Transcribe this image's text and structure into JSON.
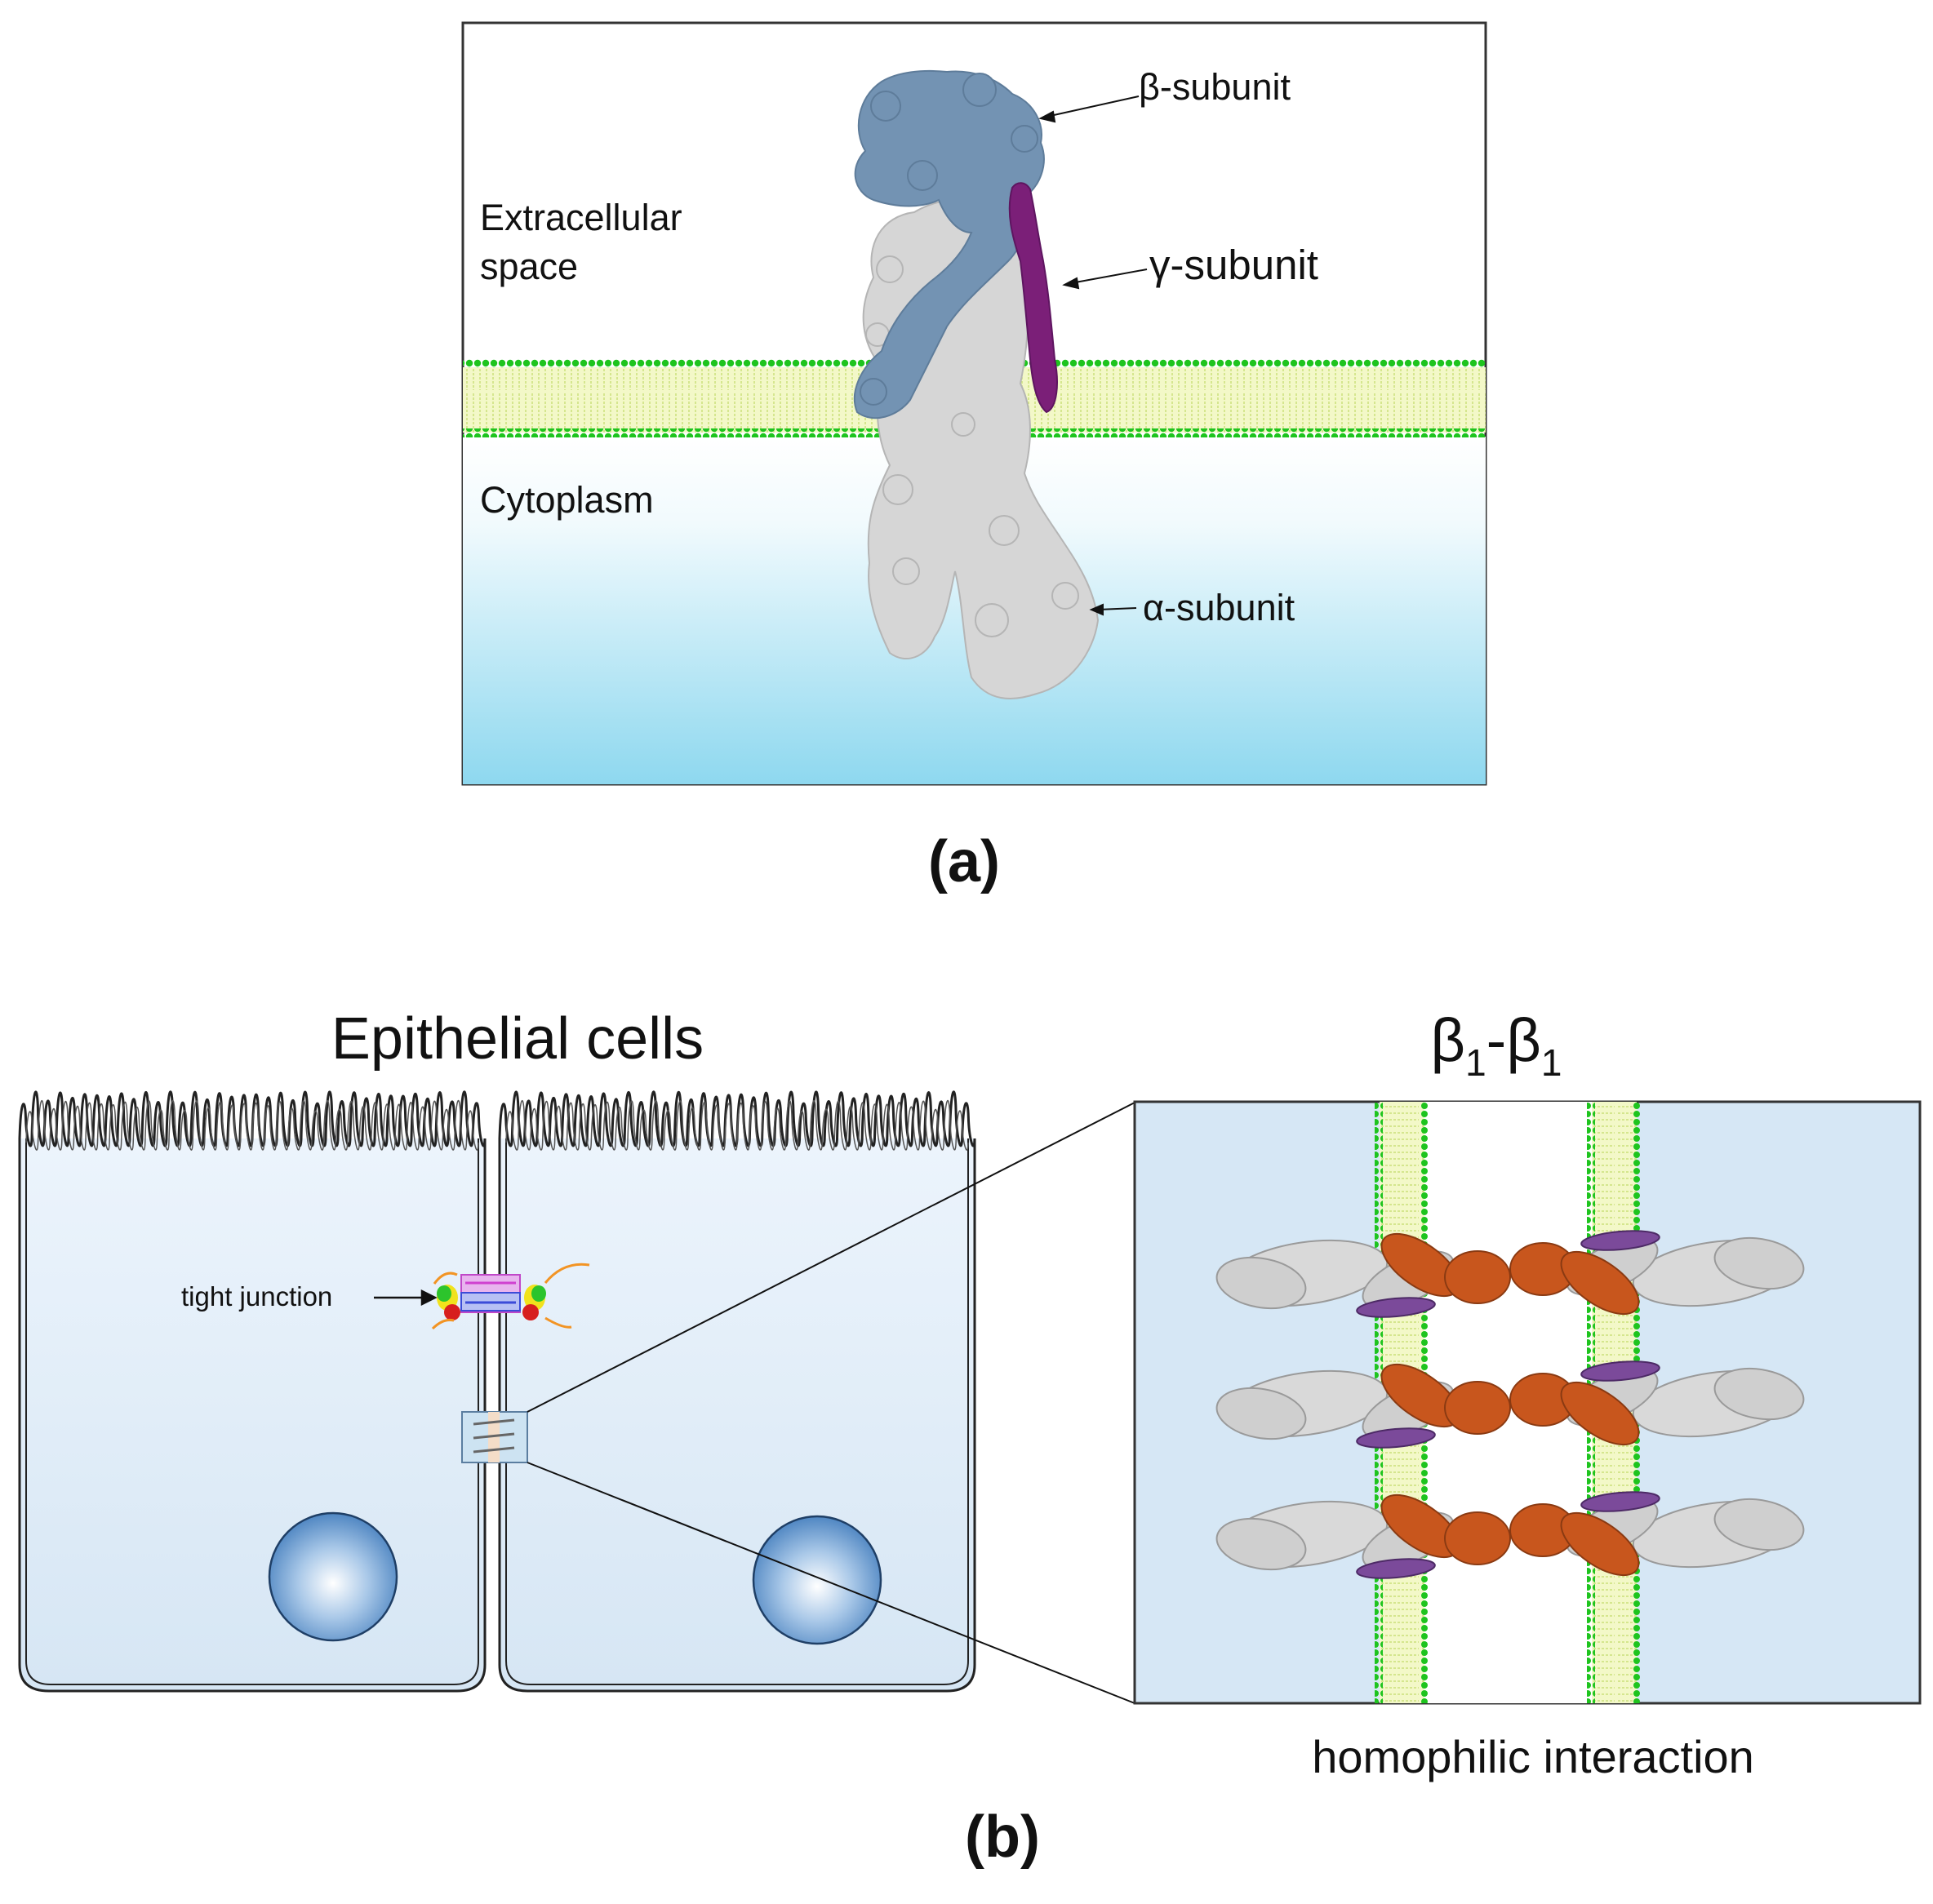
{
  "panel_a": {
    "labels": {
      "extracellular_line1": "Extracellular",
      "extracellular_line2": "space",
      "cytoplasm": "Cytoplasm",
      "beta": "β-subunit",
      "gamma": "γ-subunit",
      "alpha": "α-subunit"
    },
    "caption": "(a)",
    "colors": {
      "beta_subunit": "#7393b3",
      "gamma_subunit": "#7b1f78",
      "alpha_subunit": "#d9d9d9",
      "membrane_heads": "#1ec41e",
      "membrane_tails": "#eef6b8",
      "cytoplasm_gradient_bottom": "#8ed8ef"
    }
  },
  "panel_b": {
    "title": "Epithelial cells",
    "junction_title_base": "β",
    "junction_title_sub": "1",
    "junction_title_dash": "-",
    "tight_junction": "tight junction",
    "interaction": "homophilic interaction",
    "caption": "(b)",
    "colors": {
      "cell_fill": "#e3effa",
      "nucleus": "#5b8fc8",
      "inset_background": "#d6e7f5",
      "beta1_domain": "#c8561d",
      "linker": "#7b4a9a"
    }
  }
}
